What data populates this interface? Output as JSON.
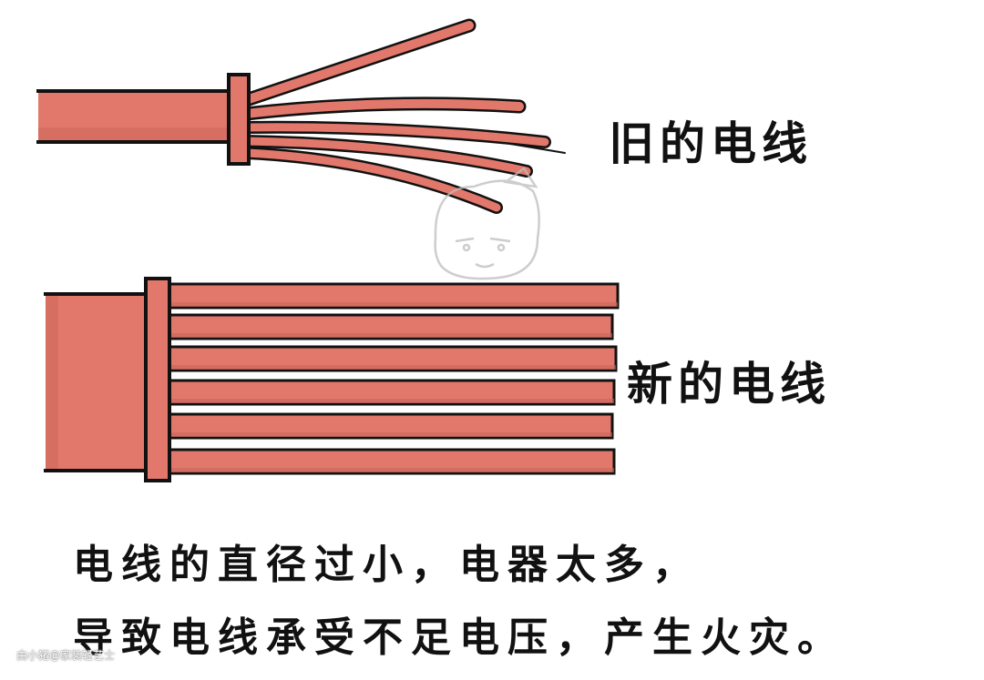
{
  "labels": {
    "old_wire": "旧的电线",
    "new_wire": "新的电线"
  },
  "caption": {
    "line1": "电线的直径过小，电器太多，",
    "line2": "导致电线承受不足电压，产生火灾。"
  },
  "watermark": "由小猪@家装轻艺士",
  "colors": {
    "wire_fill": "#e2786b",
    "wire_shadow": "#c9655a",
    "outline": "#111111"
  }
}
